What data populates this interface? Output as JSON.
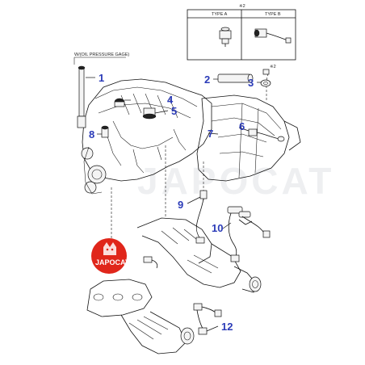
{
  "inset": {
    "reference": "※2",
    "type_a": "TYPE A",
    "type_b": "TYPE B"
  },
  "note_oil_pressure": "W/(OIL PRESSURE GAGE)",
  "ref_mark_2": "※2",
  "callouts": [
    "1",
    "2",
    "3",
    "4",
    "5",
    "6",
    "7",
    "8",
    "9",
    "10",
    "12"
  ],
  "watermark": "JAPOCAT",
  "logo": {
    "text": "JAPOCAT",
    "color": "#e0261b"
  },
  "colors": {
    "callout": "#2b3bb8",
    "line": "#111111"
  }
}
